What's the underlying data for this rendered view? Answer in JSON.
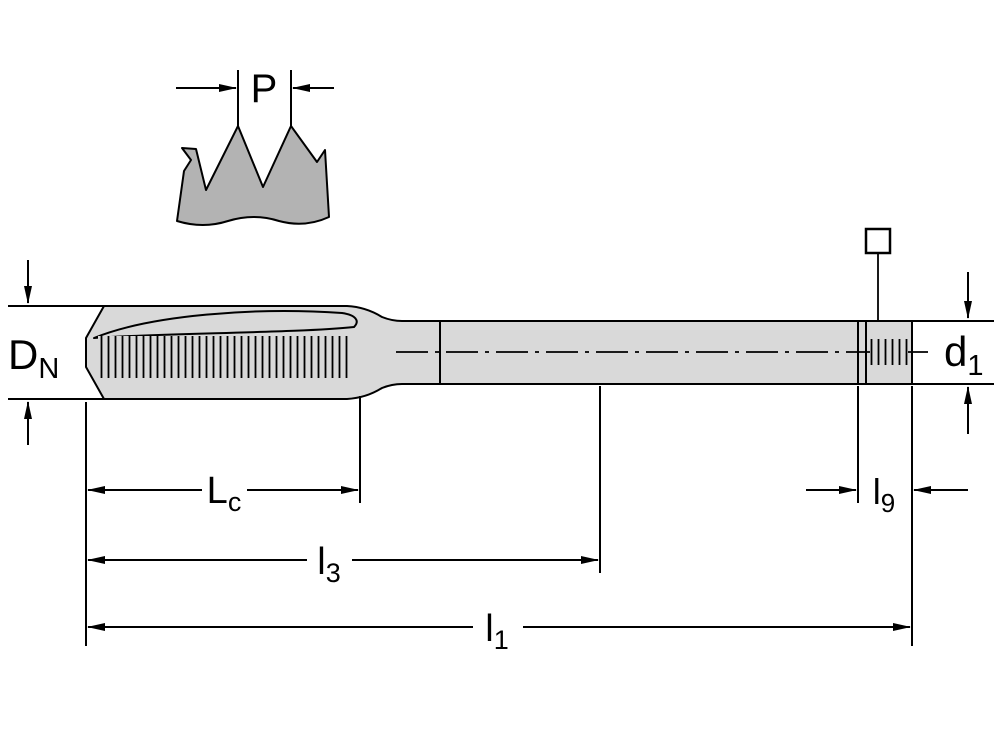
{
  "diagram": {
    "type": "technical-drawing",
    "subject": "Machine tap dimensional drawing with thread pitch detail",
    "labels": {
      "pitch": {
        "symbol": "P",
        "sub": ""
      },
      "nominal_diameter": {
        "symbol": "D",
        "sub": "N"
      },
      "shank_diameter": {
        "symbol": "d",
        "sub": "1"
      },
      "thread_length": {
        "symbol": "L",
        "sub": "c"
      },
      "intermediate_length": {
        "symbol": "l",
        "sub": "3"
      },
      "overall_length": {
        "symbol": "l",
        "sub": "1"
      },
      "square_length": {
        "symbol": "l",
        "sub": "9"
      }
    },
    "colors": {
      "line": "#000000",
      "body_fill": "#d9d9d9",
      "profile_fill": "#b3b3b3",
      "background": "#ffffff"
    }
  }
}
